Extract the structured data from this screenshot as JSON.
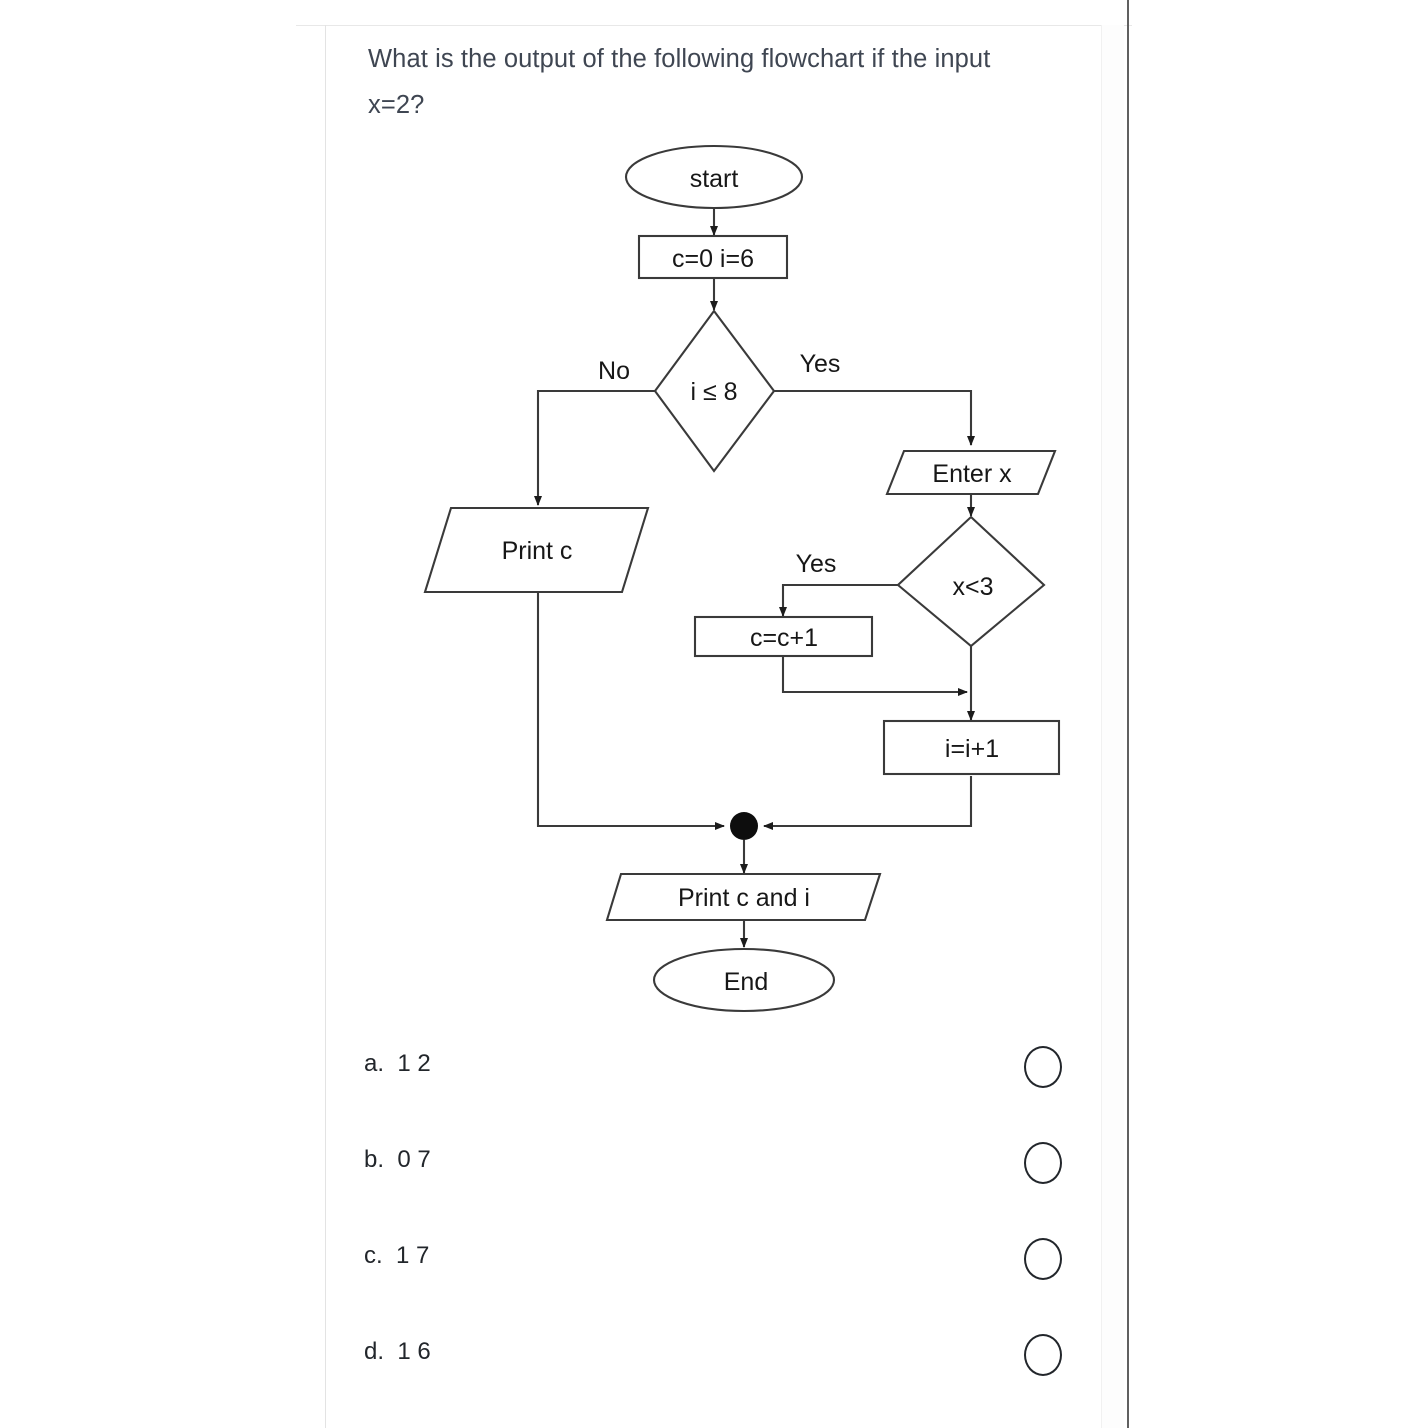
{
  "question": {
    "text": "What is the output of the following flowchart if the input x=2?"
  },
  "flowchart": {
    "nodes": {
      "start": "start",
      "init": "c=0 i=6",
      "loop_condition": "i ≤ 8",
      "input_x": "Enter x",
      "x_condition": "x<3",
      "increment_c": "c=c+1",
      "increment_i": "i=i+1",
      "print_c": "Print c",
      "print_c_and_i": "Print c and i",
      "end": "End"
    },
    "edge_labels": {
      "loop_no": "No",
      "loop_yes": "Yes",
      "x_yes": "Yes"
    }
  },
  "options": [
    {
      "label": "a.  1 2",
      "selected": false
    },
    {
      "label": "b.  0 7",
      "selected": false
    },
    {
      "label": "c.  1 7",
      "selected": false
    },
    {
      "label": "d.  1 6",
      "selected": false
    }
  ],
  "colors": {
    "text": "#3f4652",
    "option_text": "#22262b",
    "stroke": "#3a3a3a",
    "scrollbar_thumb": "#a8a8a8"
  }
}
